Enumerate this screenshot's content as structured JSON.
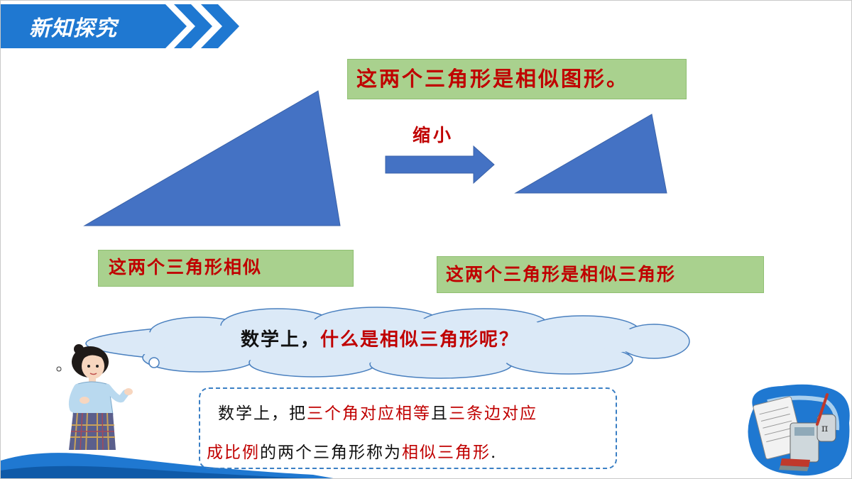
{
  "header": {
    "title": "新知探究"
  },
  "statement": {
    "text": "这两个三角形是相似图形。"
  },
  "arrow": {
    "label": "缩小"
  },
  "left_box": {
    "text": "这两个三角形相似"
  },
  "right_box": {
    "text": "这两个三角形是相似三角形"
  },
  "question": {
    "prefix": "数学上，",
    "highlight": "什么是相似三角形呢？"
  },
  "definition": {
    "line1": [
      "数学上，把",
      "三个角对应相等",
      "且",
      "三条边对应"
    ],
    "line2": [
      "成比例",
      "的两个三角形称为",
      "相似三角形",
      "."
    ]
  },
  "colors": {
    "accent_blue": "#1f78d1",
    "triangle_blue": "#4472c4",
    "box_green": "#a9d18e",
    "text_red": "#c00000"
  }
}
